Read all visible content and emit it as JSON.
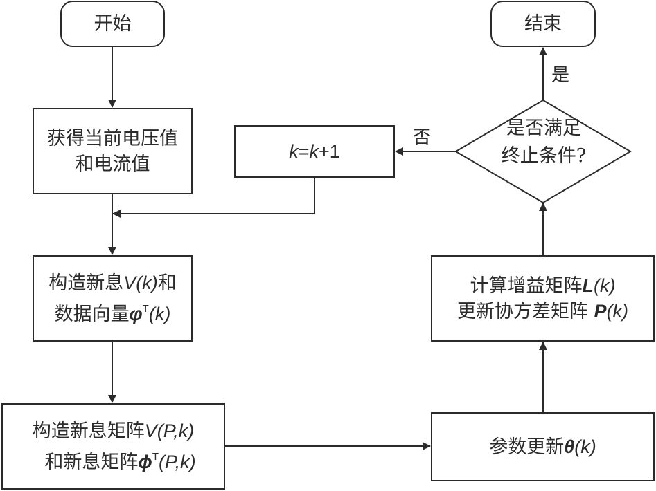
{
  "diagram": {
    "type": "flowchart",
    "nodes": {
      "start": {
        "label": "开始"
      },
      "get_values": {
        "line1": "获得当前电压值",
        "line2": "和电流值"
      },
      "construct_innovation": {
        "line1_cn": "构造新息",
        "line1_sym": "V",
        "line1_arg": "(k)",
        "line1_tail": "和",
        "line2_cn": "数据向量",
        "line2_sym": "φ",
        "line2_sup": "T",
        "line2_arg": "(k)"
      },
      "construct_matrix": {
        "line1_cn": "构造新息矩阵",
        "line1_sym": "V",
        "line1_arg": "(P,k)",
        "line2_cn": "和新息矩阵",
        "line2_sym": "ϕ",
        "line2_sup": "T",
        "line2_arg": "(P,k)"
      },
      "param_update": {
        "cn": "参数更新",
        "sym": "θ",
        "arg": "(k)"
      },
      "gain_update": {
        "line1_cn": "计算增益矩阵",
        "line1_sym": "L",
        "line1_arg": "(k)",
        "line2_cn": "更新协方差矩阵 ",
        "line2_sym": "P",
        "line2_arg": "(k)"
      },
      "decision": {
        "line1": "是否满足",
        "line2": "终止条件?"
      },
      "increment": {
        "k1": "k",
        "eq": "=",
        "k2": "k",
        "plus": "+1"
      },
      "end": {
        "label": "结束"
      }
    },
    "edge_labels": {
      "yes": "是",
      "no": "否"
    }
  }
}
